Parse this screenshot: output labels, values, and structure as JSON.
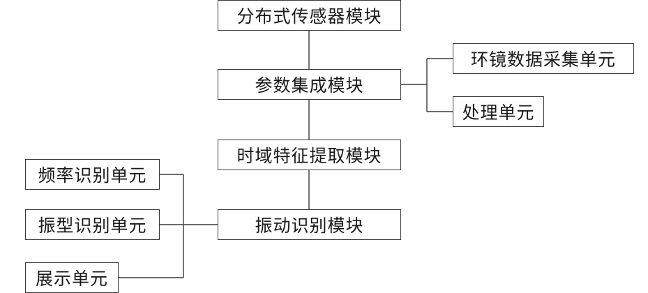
{
  "diagram": {
    "modules": {
      "sensor": "分布式传感器模块",
      "param_integration": "参数集成模块",
      "time_feature": "时域特征提取模块",
      "vibration_recognition": "振动识别模块"
    },
    "param_units": {
      "env_data": "环镜数据采集单元",
      "processing": "处理单元"
    },
    "recognition_units": {
      "frequency": "频率识别单元",
      "mode_shape": "振型识别单元",
      "display": "展示单元"
    }
  }
}
